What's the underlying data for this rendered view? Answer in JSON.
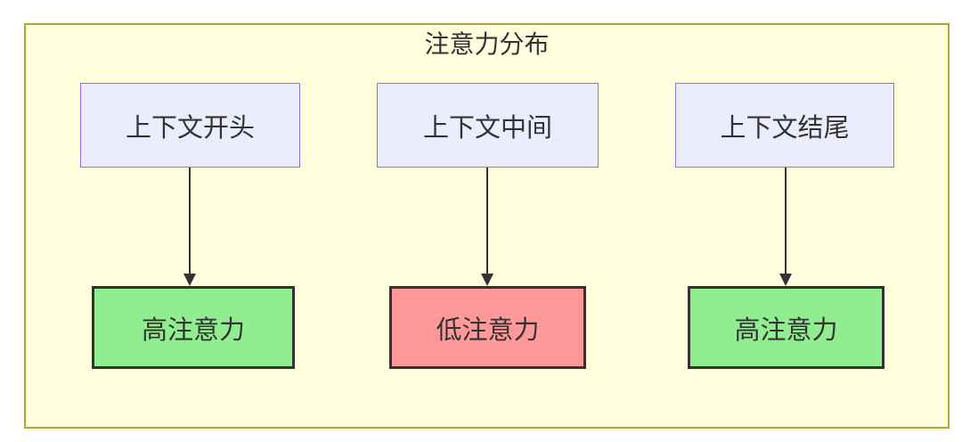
{
  "diagram": {
    "title": "注意力分布",
    "top_nodes": [
      {
        "id": "context-start",
        "label": "上下文开头"
      },
      {
        "id": "context-middle",
        "label": "上下文中间"
      },
      {
        "id": "context-end",
        "label": "上下文结尾"
      }
    ],
    "bottom_nodes": [
      {
        "id": "attention-start",
        "label": "高注意力",
        "level": "high"
      },
      {
        "id": "attention-middle",
        "label": "低注意力",
        "level": "low"
      },
      {
        "id": "attention-end",
        "label": "高注意力",
        "level": "high"
      }
    ],
    "edges": [
      {
        "from": "context-start",
        "to": "attention-start"
      },
      {
        "from": "context-middle",
        "to": "attention-middle"
      },
      {
        "from": "context-end",
        "to": "attention-end"
      }
    ],
    "colors": {
      "container_fill": "#ffffde",
      "container_border": "#aaaa33",
      "context_fill": "#ececff",
      "context_border": "#9370db",
      "high_attention_fill": "#90ee90",
      "low_attention_fill": "#ff9999",
      "attention_border": "#333333",
      "arrow": "#333333",
      "text": "#333333"
    }
  }
}
